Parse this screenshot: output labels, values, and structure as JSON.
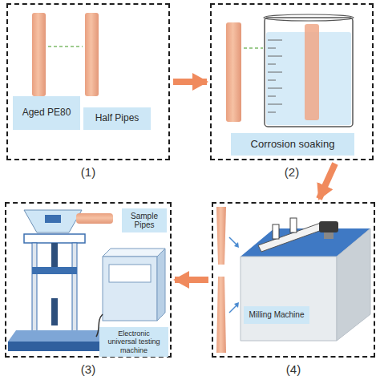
{
  "diagram": {
    "nodes": [
      {
        "text": [
          "(1)"
        ]
      },
      {
        "text": [
          "Aged PE80"
        ],
        "in": 0
      },
      {
        "text": [
          "Half Pipes"
        ],
        "in": 0
      },
      {
        "text": [
          "(2)"
        ]
      },
      {
        "text": [
          "Corrosion soaking"
        ],
        "in": 3
      },
      {
        "text": [
          "(3)"
        ]
      },
      {
        "text": [
          "Sample Pipes"
        ],
        "in": 5
      },
      {
        "text": [
          "Electronic universal testing machine"
        ],
        "in": 5
      },
      {
        "text": [
          "(4)"
        ]
      },
      {
        "text": [
          "Milling Machine"
        ],
        "in": 8
      }
    ],
    "edges": [
      {
        "from": 0,
        "to": 3,
        "arrow": "to"
      },
      {
        "from": 3,
        "to": 8,
        "arrow": "to"
      },
      {
        "from": 8,
        "to": 5,
        "arrow": "to"
      }
    ]
  }
}
